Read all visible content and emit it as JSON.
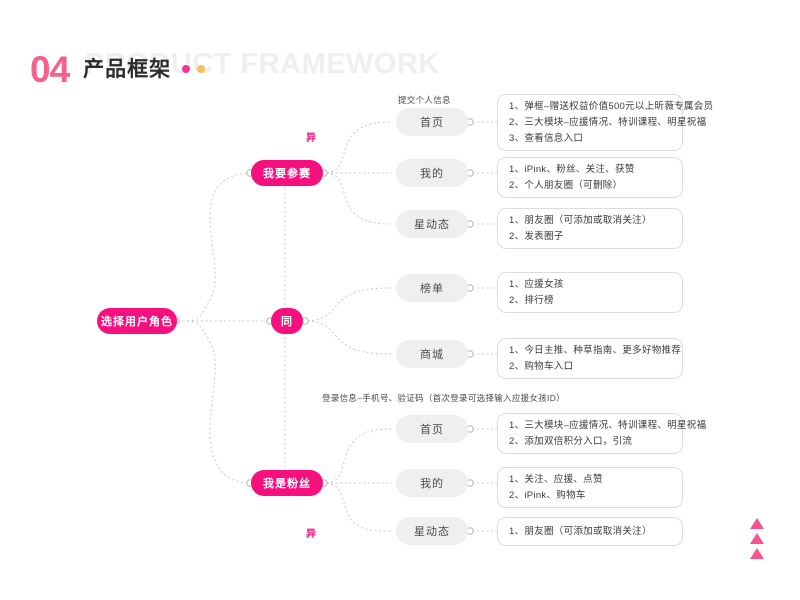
{
  "header": {
    "number": "04",
    "cn_title": "产品框架",
    "watermark": "PRODUCT FRAMEWORK",
    "dot_pink": "#F5369A",
    "dot_orange": "#F9C05A",
    "accent_pink": "#F5107E",
    "number_pink": "#F4628C"
  },
  "root": {
    "label": "选择用户角色"
  },
  "branches": [
    {
      "node": "我要参赛",
      "edge_label": "异",
      "note": "提交个人信息",
      "children": [
        {
          "label": "首页",
          "lines": [
            "1、弹框–赠送权益价值500元以上昕薇专属会员",
            "2、三大模块–应援情况、特训课程、明星祝福",
            "3、查看信息入口"
          ]
        },
        {
          "label": "我的",
          "lines": [
            "1、iPink、粉丝、关注、获赞",
            "2、个人朋友圈（可删除）"
          ]
        },
        {
          "label": "星动态",
          "lines": [
            "1、朋友圈（可添加或取消关注）",
            "2、发表圈子"
          ]
        }
      ]
    },
    {
      "node": "同",
      "edge_label": "",
      "note": "",
      "children": [
        {
          "label": "榜单",
          "lines": [
            "1、应援女孩",
            "2、排行榜"
          ]
        },
        {
          "label": "商城",
          "lines": [
            "1、今日主推、种草指南、更多好物推荐",
            "2、购物车入口"
          ]
        }
      ]
    },
    {
      "node": "我是粉丝",
      "edge_label": "异",
      "note": "登录信息–手机号、验证码（首次登录可选择输入应援女孩ID）",
      "children": [
        {
          "label": "首页",
          "lines": [
            "1、三大模块–应援情况、特训课程、明星祝福",
            "2、添加双倍积分入口，引流"
          ]
        },
        {
          "label": "我的",
          "lines": [
            "1、关注、应援、点赞",
            "2、iPink、购物车"
          ]
        },
        {
          "label": "星动态",
          "lines": [
            "1、朋友圈（可添加或取消关注）"
          ]
        }
      ]
    }
  ],
  "decoration": {
    "triangle_color": "#F5548E",
    "triangle_count": 3
  }
}
